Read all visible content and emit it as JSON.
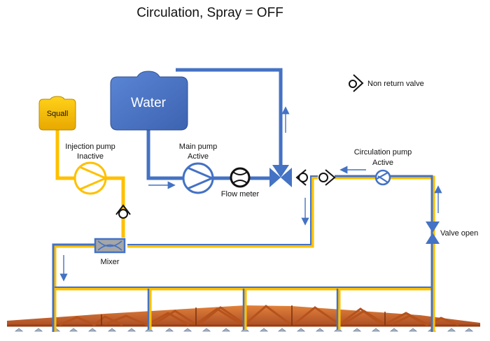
{
  "title": "Circulation, Spray = OFF",
  "components": {
    "squall_tank": {
      "label": "Squall"
    },
    "water_tank": {
      "label": "Water"
    },
    "injection_pump": {
      "name": "Injection pump",
      "state": "Inactive"
    },
    "main_pump": {
      "name": "Main pump",
      "state": "Active"
    },
    "flow_meter": {
      "label": "Flow meter"
    },
    "circulation_pump": {
      "name": "Circulation pump",
      "state": "Active"
    },
    "mixer": {
      "label": "Mixer"
    },
    "valve": {
      "label": "Valve open"
    }
  },
  "legend": {
    "non_return_valve": "Non return valve"
  },
  "colors": {
    "water_pipe": "#4472c4",
    "chemical_pipe": "#ffc000",
    "mixed_pipe_outline": "#e8b830",
    "boom": "#c0561a",
    "text": "#111111"
  }
}
